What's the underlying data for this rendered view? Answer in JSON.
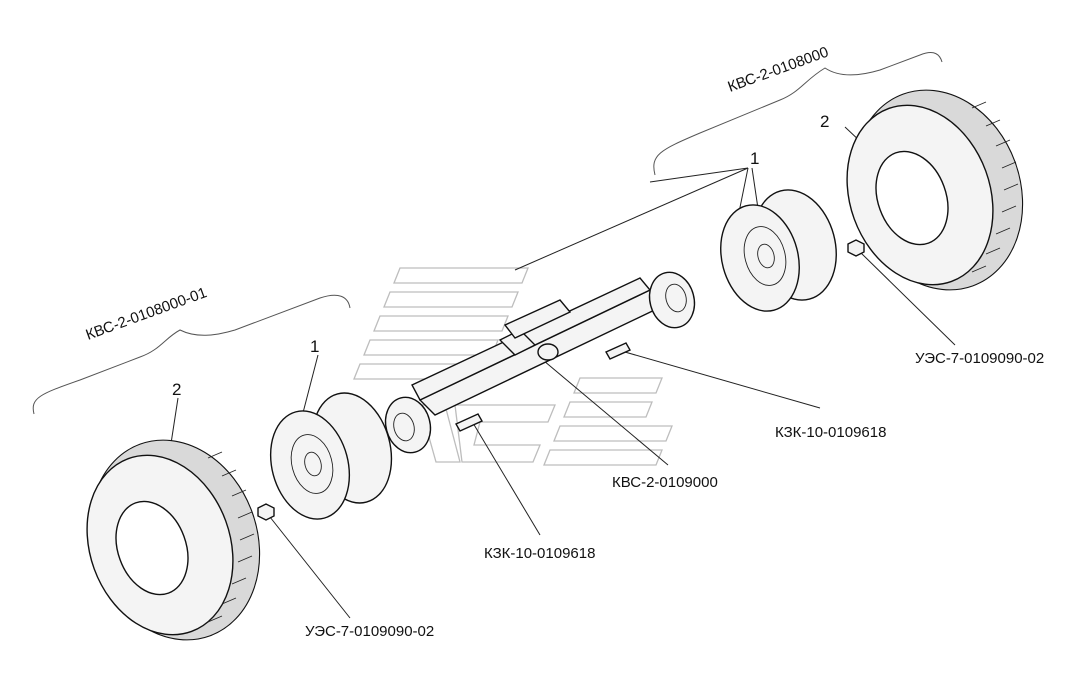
{
  "labels": {
    "assembly_right": "КВС-2-0108000",
    "assembly_left": "КВС-2-0108000-01",
    "nut_right": "УЭС-7-0109090-02",
    "nut_left": "УЭС-7-0109090-02",
    "pin_right": "КЗК-10-0109618",
    "pin_left": "КЗК-10-0109618",
    "axle": "КВС-2-0109000",
    "item_rim_left": "1",
    "item_rim_right": "1",
    "item_tire_left": "2",
    "item_tire_right": "2"
  }
}
